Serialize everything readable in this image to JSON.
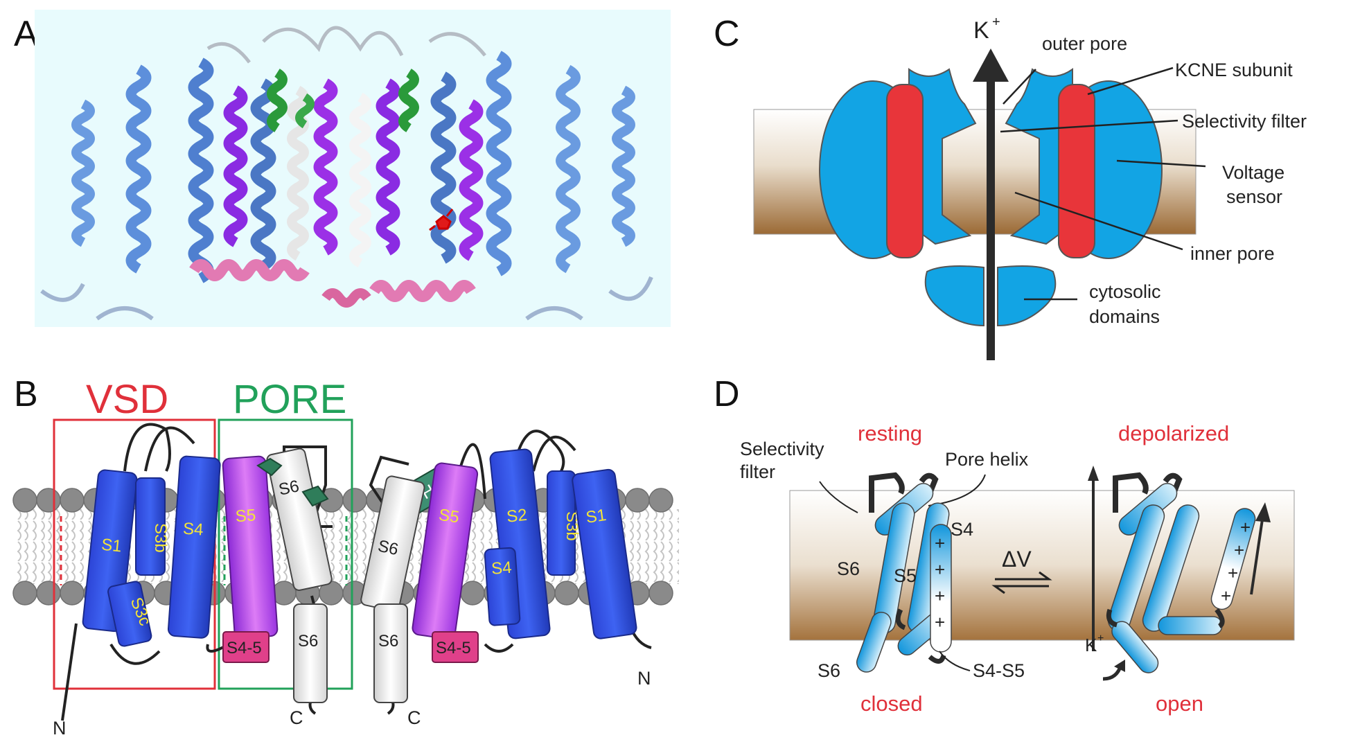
{
  "panels": {
    "a": {
      "label": "A"
    },
    "b": {
      "label": "B",
      "vsd_label": "VSD",
      "pore_label": "PORE",
      "helices": {
        "s1_left": "S1",
        "s3b_left": "S3b",
        "s4_left": "S4",
        "s3c": "S3c",
        "s5_left": "S5",
        "s6_left": "S6",
        "s45_left": "S4-5",
        "s6_lower_left": "S6",
        "ph": "PH",
        "s6_right": "S6",
        "s5_right": "S5",
        "s6_lower_right": "S6",
        "s45_right": "S4-5",
        "s2_right": "S2",
        "s3b_right": "S3b",
        "s1_right": "S1",
        "s4_right": "S4"
      },
      "termini": {
        "n_left": "N",
        "c_left": "C",
        "c_right": "C",
        "n_right": "N"
      }
    },
    "c": {
      "label": "C",
      "ion": "K",
      "ion_charge": "+",
      "callouts": {
        "outer_pore": "outer pore",
        "kcne": "KCNE subunit",
        "selectivity": "Selectivity filter",
        "voltage_1": "Voltage",
        "voltage_2": "sensor",
        "inner_pore": "inner pore",
        "cyto_1": "cytosolic",
        "cyto_2": "domains"
      }
    },
    "d": {
      "label": "D",
      "resting": "resting",
      "depolarized": "depolarized",
      "closed": "closed",
      "open": "open",
      "selectivity_1": "Selectivity",
      "selectivity_2": "filter",
      "pore_helix": "Pore helix",
      "s4": "S4",
      "s5": "S5",
      "s6_upper": "S6",
      "s6_lower": "S6",
      "s4s5": "S4-S5",
      "delta_v": "ΔV",
      "k_ion": "K",
      "k_charge": "+",
      "plus": "+"
    }
  },
  "colors": {
    "vsd_helix": "#2f4de0",
    "pore_s5": "#a23ae6",
    "s45": "#e0408a",
    "kcne": "#e8353a",
    "channel_blue": "#12a4e4",
    "membrane_top": "#f6f2ec",
    "membrane_bottom": "#a9773f",
    "vsd_box": "#e0303a",
    "pore_box": "#21a15a"
  }
}
